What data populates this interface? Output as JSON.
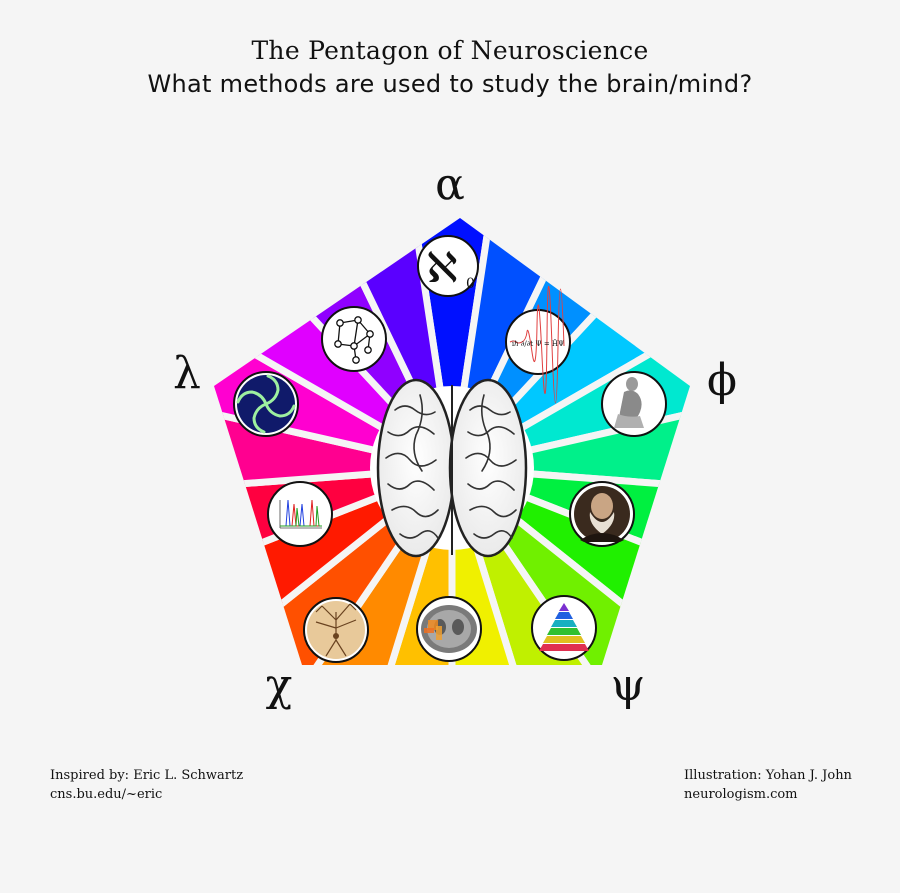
{
  "title": {
    "line1": "The Pentagon of Neuroscience",
    "line2": "What methods are used to study the brain/mind?"
  },
  "vertices": {
    "top": "α",
    "upper_right": "ϕ",
    "lower_right": "ψ",
    "lower_left": "χ",
    "upper_left": "λ"
  },
  "icons": {
    "aleph": "ℵ",
    "aleph_sub": "0",
    "schrodinger": "iℏ ∂/∂t Ψ = ĤΨ"
  },
  "segment_colors": [
    "#0010ff",
    "#0050ff",
    "#0090ff",
    "#00c8ff",
    "#00e8d0",
    "#00f08a",
    "#00f040",
    "#20f000",
    "#70f000",
    "#c0f000",
    "#f0f000",
    "#ffc000",
    "#ff8a00",
    "#ff5000",
    "#ff1a00",
    "#ff0040",
    "#ff0090",
    "#ff00d0",
    "#e000ff",
    "#9000ff",
    "#5a00ff"
  ],
  "credits": {
    "inspired": "Inspired by: Eric L. Schwartz",
    "inspired_url": "cns.bu.edu/~eric",
    "illustration": "Illustration: Yohan J. John",
    "illustration_url": "neurologism.com"
  }
}
